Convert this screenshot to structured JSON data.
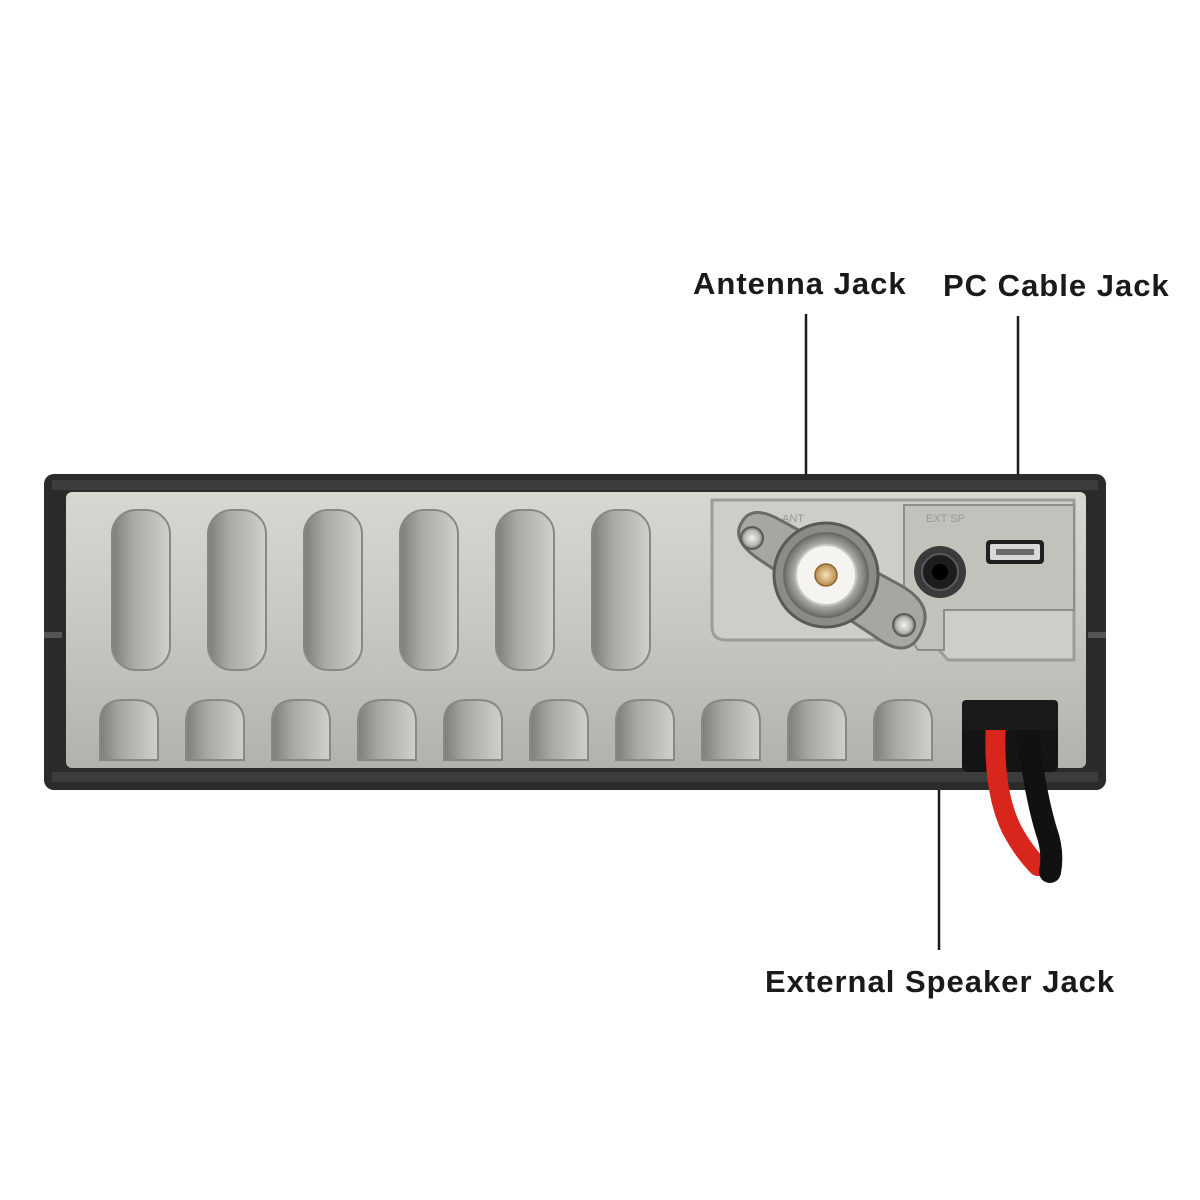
{
  "callouts": {
    "antenna": "Antenna Jack",
    "pc_cable": "PC Cable Jack",
    "speaker": "External Speaker Jack"
  },
  "panel_markings": {
    "ant": "ANT",
    "ext_sp": "EXT SP"
  },
  "colors": {
    "housing": "#2b2b2b",
    "panel": "#c9c7c2",
    "fin_shadow": "#8d8b86",
    "wire_red": "#d8261c",
    "wire_black": "#111111"
  }
}
